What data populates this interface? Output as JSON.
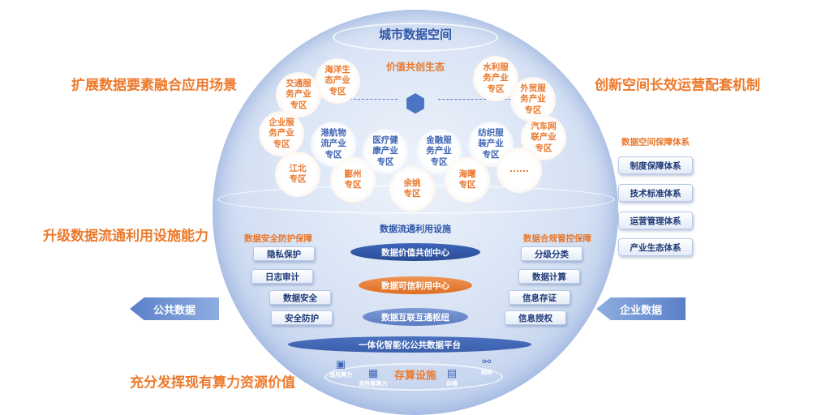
{
  "title": "城市数据空间",
  "ecosystem": {
    "title": "价值共创生态",
    "zones": [
      {
        "label": "海洋生\n态产业\n专区",
        "color": "orange"
      },
      {
        "label": "交通服\n务产业\n专区",
        "color": "orange"
      },
      {
        "label": "企业服\n务产业\n专区",
        "color": "orange"
      },
      {
        "label": "港航物\n流产业\n专区",
        "color": "blue"
      },
      {
        "label": "医疗健\n康产业\n专区",
        "color": "blue"
      },
      {
        "label": "金融服\n务产业\n专区",
        "color": "blue"
      },
      {
        "label": "纺织服\n装产业\n专区",
        "color": "blue"
      },
      {
        "label": "水利服\n务产业\n专区",
        "color": "orange"
      },
      {
        "label": "外贸服\n务产业\n专区",
        "color": "orange"
      },
      {
        "label": "汽车网\n联产业\n专区",
        "color": "orange"
      },
      {
        "label": "江北\n专区",
        "color": "orange"
      },
      {
        "label": "鄞州\n专区",
        "color": "orange"
      },
      {
        "label": "余姚\n专区",
        "color": "orange"
      },
      {
        "label": "海曙\n专区",
        "color": "orange"
      },
      {
        "label": "......",
        "color": "orange"
      }
    ]
  },
  "outer": {
    "left_top": "扩展数据要素融合应用场景",
    "right_top": "创新空间长效运营配套机制",
    "left_mid": "升级数据流通利用设施能力",
    "left_bottom": "充分发挥现有算力资源价值"
  },
  "guarantee": {
    "title": "数据空间保障体系",
    "items": [
      "制度保障体系",
      "技术标准体系",
      "运营管理体系",
      "产业生态体系"
    ]
  },
  "facility": {
    "title": "数据流通利用设施",
    "centers": [
      "数据价值共创中心",
      "数据可信利用中心",
      "数据互联互通枢纽"
    ],
    "platform": "一体化智能化公共数据平台"
  },
  "security": {
    "title": "数据安全防护保障",
    "items": [
      "隐私保护",
      "日志审计",
      "数据安全",
      "安全防护"
    ]
  },
  "compliance": {
    "title": "数据合规管控保障",
    "items": [
      "分级分类",
      "数据计算",
      "信息存证",
      "信息授权"
    ]
  },
  "inputs": {
    "left": "公共数据",
    "right": "企业数据"
  },
  "compute": {
    "title": "存算设施",
    "items": [
      "通用算力",
      "高性能算力",
      "存储",
      "网络"
    ]
  },
  "colors": {
    "orange": "#ec7a2c",
    "blue": "#3f65b5",
    "navy": "#1f3a78"
  }
}
